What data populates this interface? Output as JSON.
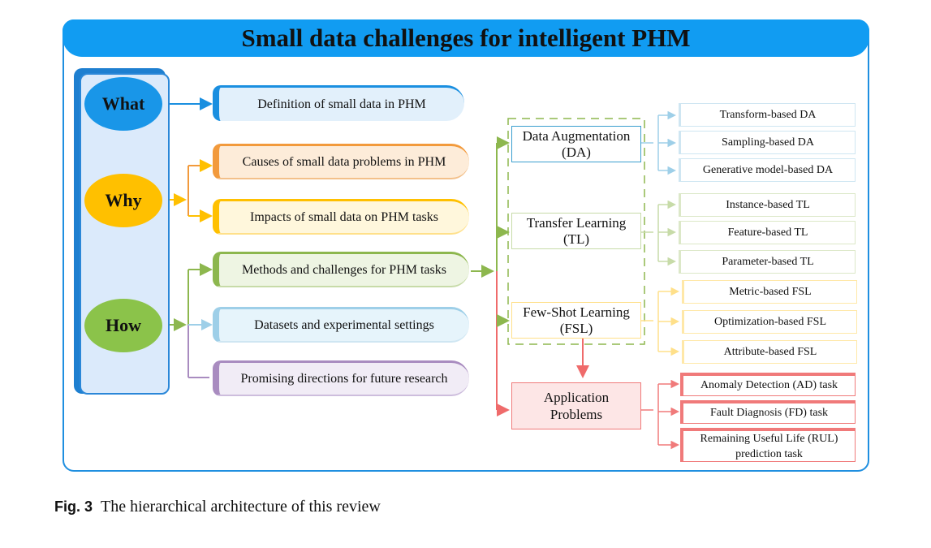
{
  "title": "Small data challenges for intelligent PHM",
  "left": {
    "what": "What",
    "why": "Why",
    "how": "How"
  },
  "middle": {
    "definition": "Definition of small data in PHM",
    "causes": "Causes of small data problems in PHM",
    "impacts": "Impacts of small data on PHM tasks",
    "methods": "Methods and challenges for PHM tasks",
    "datasets": "Datasets and experimental settings",
    "directions": "Promising  directions for future research"
  },
  "methods": {
    "da": {
      "line1": "Data Augmentation",
      "line2": "(DA)",
      "items": [
        "Transform-based DA",
        "Sampling-based DA",
        "Generative model-based DA"
      ]
    },
    "tl": {
      "line1": "Transfer Learning",
      "line2": "(TL)",
      "items": [
        "Instance-based TL",
        "Feature-based TL",
        "Parameter-based TL"
      ]
    },
    "fsl": {
      "line1": "Few-Shot Learning",
      "line2": "(FSL)",
      "items": [
        "Metric-based FSL",
        "Optimization-based FSL",
        "Attribute-based FSL"
      ]
    }
  },
  "application": {
    "line1": "Application",
    "line2": "Problems",
    "items": [
      "Anomaly Detection (AD) task",
      "Fault Diagnosis (FD) task"
    ],
    "rul_line1": "Remaining Useful Life (RUL)",
    "rul_line2": "prediction task"
  },
  "caption": {
    "fig": "Fig. 3",
    "text": "The hierarchical architecture of this review"
  },
  "colors": {
    "blue": "#119cf2",
    "orange": "#f29a3c",
    "yellow": "#ffc000",
    "green": "#8db74e",
    "lightblue": "#9ecfe8",
    "purple": "#a98cc0",
    "red": "#f07a7a"
  }
}
